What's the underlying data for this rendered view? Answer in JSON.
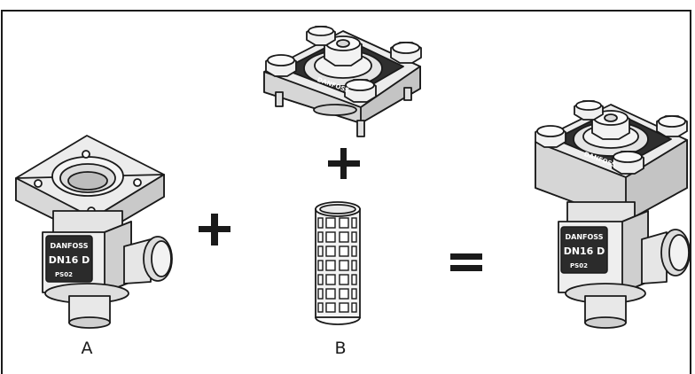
{
  "header_fragment": "",
  "parts": {
    "a": {
      "label": "A",
      "plate_text": {
        "brand": "DANFOSS",
        "size": "DN16 D",
        "code": "PS02"
      }
    },
    "b": {
      "label": "B"
    },
    "top_module": {
      "plate_text": {
        "brand": "DANFOSS"
      }
    },
    "assembled": {
      "plate_text": {
        "brand": "DANFOSS",
        "size": "DN16 D",
        "code": "PS02",
        "cover_brand": "DANFOSS"
      }
    }
  },
  "operators": {
    "plus_1": "+",
    "plus_2": "+",
    "equals": "="
  },
  "colors": {
    "line": "#1a1a1a",
    "body_fill": "#ececec",
    "shade": "#c9c9c9",
    "dark_fill": "#3a3a3a",
    "plate_fill": "#2b2b2b",
    "plate_text": "#ffffff"
  }
}
